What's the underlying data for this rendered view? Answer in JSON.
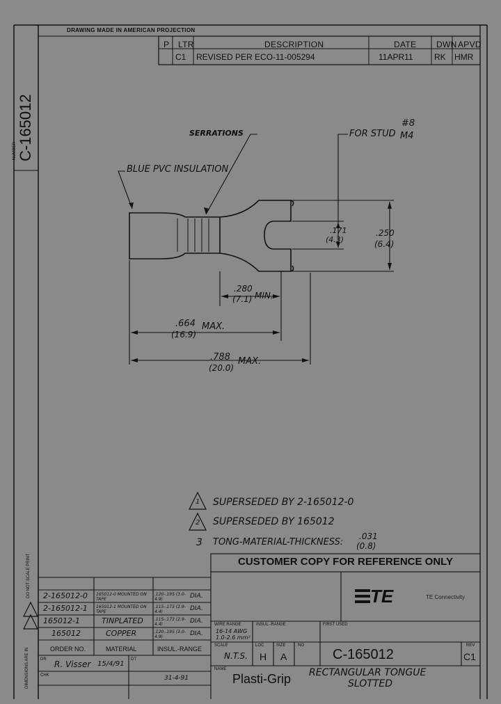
{
  "header": {
    "projection": "DRAWING MADE IN AMERICAN PROJECTION",
    "number_vertical_label": "NUMBER",
    "number_vertical": "C-165012"
  },
  "revision": {
    "cols": {
      "p": "P",
      "ltr": "LTR",
      "desc": "DESCRIPTION",
      "date": "DATE",
      "dwn": "DWN",
      "apvd": "APVD"
    },
    "ltr": "C1",
    "desc": "REVISED PER ECO-11-005294",
    "date": "11APR11",
    "dwn": "RK",
    "apvd": "HMR"
  },
  "drawing": {
    "serrations": "SERRATIONS",
    "insulation": "BLUE PVC INSULATION",
    "stud_prefix": "FOR STUD",
    "stud_no": "#8",
    "stud_metric": "M4",
    "dim_171": ".171",
    "dim_43": "(4.3)",
    "dim_250": ".250",
    "dim_64": "(6.4)",
    "dim_280": ".280",
    "dim_71": "(7.1)",
    "dim_min": "MIN.",
    "dim_664": ".664",
    "dim_169": "(16.9)",
    "dim_max1": "MAX.",
    "dim_788": ".788",
    "dim_200": "(20.0)",
    "dim_max2": "MAX."
  },
  "notes": [
    {
      "num": "1",
      "text": "SUPERSEDED BY 2-165012-0"
    },
    {
      "num": "2",
      "text": "SUPERSEDED BY 165012"
    },
    {
      "num": "3",
      "text": "TONG-MATERIAL-THICKNESS:",
      "val1": ".031",
      "val2": "(0.8)"
    }
  ],
  "customer_copy": "CUSTOMER COPY FOR REFERENCE ONLY",
  "company": {
    "logo": "TE",
    "name": "TE Connectivity"
  },
  "side_labels": {
    "scale": "DO NOT SCALE PRINT",
    "dims": "DIMENSIONS ARE IN"
  },
  "parts": [
    {
      "no": "2-165012-0",
      "material": "165012-0 MOUNTED ON TAPE",
      "range": ".120-.195 (3.0-4.9)",
      "unit": "DIA."
    },
    {
      "no": "2-165012-1",
      "material": "165012-1 MOUNTED ON TAPE",
      "range": ".115-.173 (2.9-4.4)",
      "unit": "DIA."
    },
    {
      "no": "165012-1",
      "material": "TINPLATED",
      "range": ".115-.173 (2.9-4.4)",
      "unit": "DIA."
    },
    {
      "no": "165012",
      "material": "COPPER",
      "range": ".120-.195 (3.0-4.9)",
      "unit": "DIA."
    }
  ],
  "parts_header": {
    "order": "ORDER NO.",
    "material": "MATERIAL",
    "range": "INSUL.-RANGE"
  },
  "approvals": {
    "dr_label": "DR",
    "dr_value": "R. Visser",
    "dr_date": "15/4/91",
    "chk_label": "CHK",
    "dt_label": "DT",
    "chk_date": "31-4-91"
  },
  "title_block": {
    "wire_label": "WIRE RANGE",
    "wire_value": "16-14 AWG",
    "wire_metric": "1.0-2.6 mm²",
    "insul_label": "INSUL.-RANGE",
    "first_used_label": "FIRST USED",
    "scale_label": "SCALE",
    "scale_value": "N.T.S.",
    "loc_label": "LOC",
    "loc_value": "H",
    "size_label": "SIZE",
    "size_value": "A",
    "no_label": "NO",
    "no_value": "C-165012",
    "rev_label": "REV",
    "rev_value": "C1",
    "name_label": "NAME",
    "name_value": "Plasti-Grip",
    "description_line1": "RECTANGULAR TONGUE",
    "description_line2": "SLOTTED"
  }
}
